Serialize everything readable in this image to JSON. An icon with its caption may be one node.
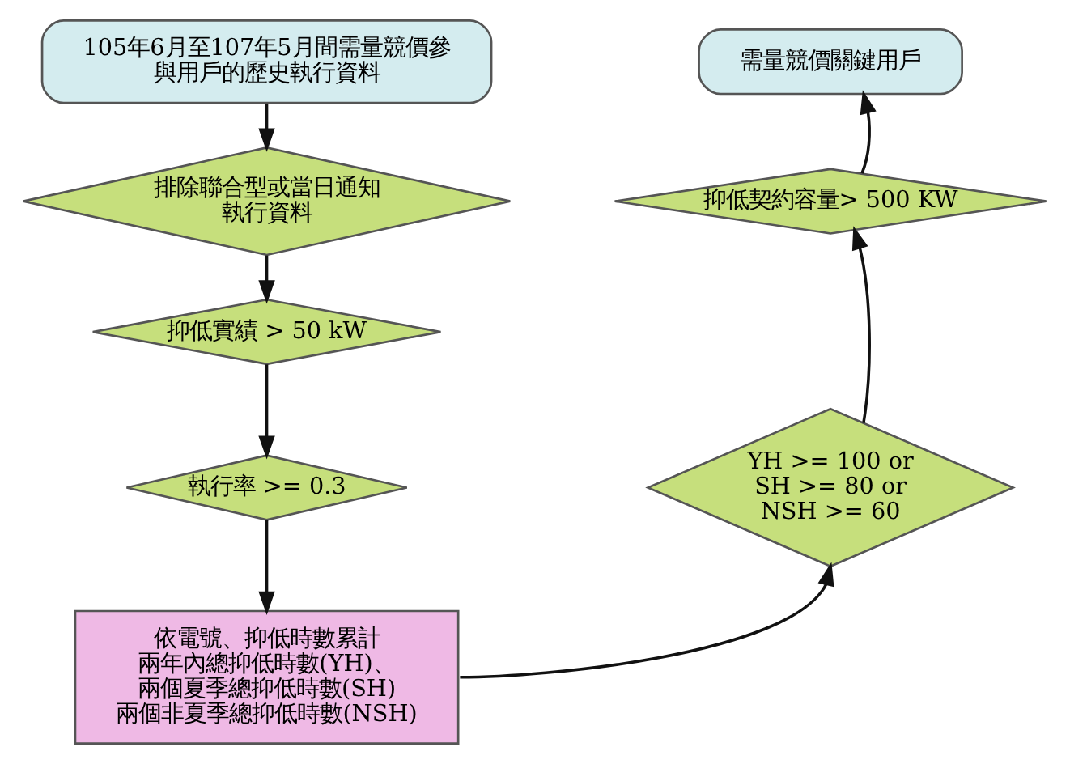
{
  "diagram": {
    "nodes": [
      {
        "text": [
          "105年6月至107年5月間需量競價參與用戶的歷史執行資料"
        ]
      },
      {
        "text": [
          "排除聯合型或當日通知執行資料"
        ]
      },
      {
        "text": [
          "抑低實績 > 50 kW"
        ]
      },
      {
        "text": [
          "執行率 >= 0.3"
        ]
      },
      {
        "text": [
          "依電號、抑低時數累計兩年內總抑低時數(YH)、兩個夏季總抑低時數(SH)兩個非夏季總抑低時數(NSH)"
        ]
      },
      {
        "text": [
          "YH >= 100 or SH >= 80 or NSH >= 60"
        ]
      },
      {
        "text": [
          "抑低契約容量> 500 KW"
        ]
      },
      {
        "text": [
          "需量競價關鍵用戶"
        ]
      }
    ],
    "edges": [
      {
        "from": 0,
        "to": 1,
        "arrow": "to"
      },
      {
        "from": 1,
        "to": 2,
        "arrow": "to"
      },
      {
        "from": 2,
        "to": 3,
        "arrow": "to"
      },
      {
        "from": 3,
        "to": 4,
        "arrow": "to"
      },
      {
        "from": 4,
        "to": 5,
        "arrow": "to"
      },
      {
        "from": 5,
        "to": 6,
        "arrow": "to"
      },
      {
        "from": 6,
        "to": 7,
        "arrow": "to"
      }
    ]
  }
}
